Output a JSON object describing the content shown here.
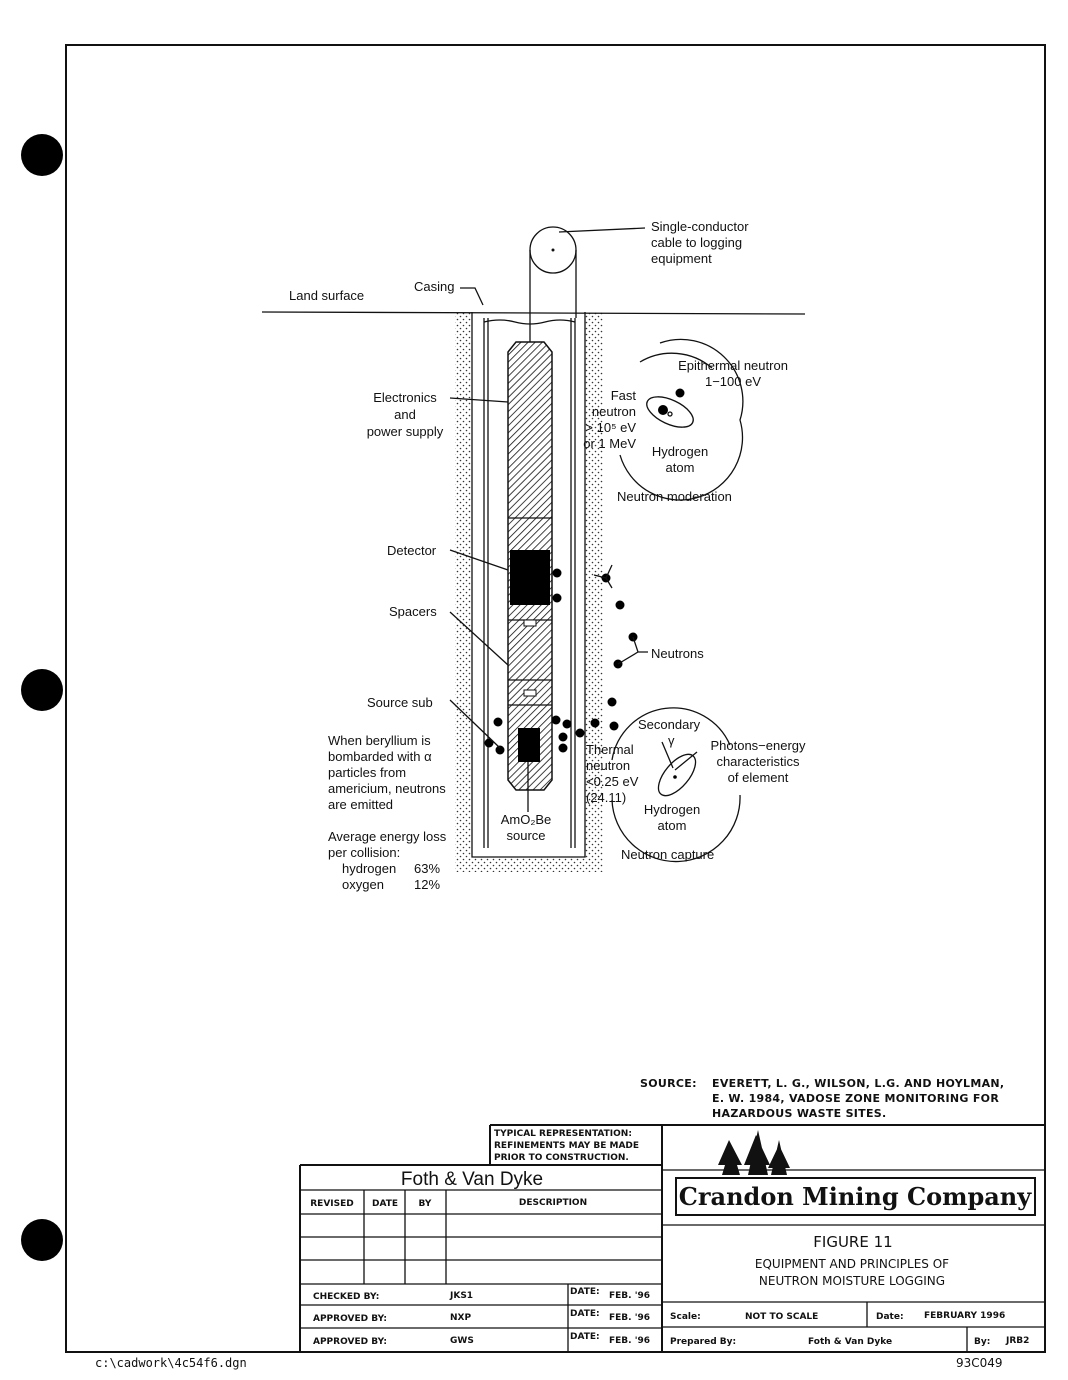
{
  "diagram": {
    "labels": {
      "cable": [
        "Single-conductor",
        "cable to logging",
        "equipment"
      ],
      "land_surface": "Land surface",
      "casing": "Casing",
      "electronics": [
        "Electronics",
        "and",
        "power supply"
      ],
      "detector": "Detector",
      "spacers": "Spacers",
      "source_sub": "Source sub",
      "beryllium_note": [
        "When beryllium is",
        "bombarded with α",
        "particles from",
        "americium, neutrons",
        "are emitted"
      ],
      "energy_loss": [
        "Average energy loss",
        "per collision:"
      ],
      "hydrogen_loss": {
        "name": "hydrogen",
        "value": "63%"
      },
      "oxygen_loss": {
        "name": "oxygen",
        "value": "12%"
      },
      "source": [
        "AmO₂Be",
        "source"
      ],
      "neutrons": "Neutrons"
    },
    "moderation": {
      "epithermal": [
        "Epithermal neutron",
        "1−100 eV"
      ],
      "fast": [
        "Fast",
        "neutron",
        "> 10⁵ eV",
        "or 1 MeV"
      ],
      "hydrogen": [
        "Hydrogen",
        "atom"
      ],
      "title": "Neutron moderation"
    },
    "capture": {
      "secondary": "Secondary",
      "gamma": "γ",
      "photons": [
        "Photons−energy",
        "characteristics",
        "of element"
      ],
      "thermal": [
        "Thermal",
        "neutron",
        "<0.25 eV",
        "(24.11)"
      ],
      "hydrogen": [
        "Hydrogen",
        "atom"
      ],
      "title": "Neutron capture"
    }
  },
  "source_citation": [
    "SOURCE:",
    "EVERETT, L. G., WILSON, L.G. AND HOYLMAN,",
    "E. W. 1984, VADOSE ZONE MONITORING FOR",
    "HAZARDOUS WASTE SITES."
  ],
  "title_block": {
    "disclaimer": [
      "TYPICAL REPRESENTATION:",
      "REFINEMENTS MAY BE MADE",
      "PRIOR TO CONSTRUCTION."
    ],
    "firm": "Foth & Van Dyke",
    "revision_headers": [
      "REVISED",
      "DATE",
      "BY",
      "DESCRIPTION"
    ],
    "signoffs": [
      {
        "role": "CHECKED BY:",
        "initials": "JKS1",
        "date_label": "DATE:",
        "date": "FEB. '96"
      },
      {
        "role": "APPROVED BY:",
        "initials": "NXP",
        "date_label": "DATE:",
        "date": "FEB. '96"
      },
      {
        "role": "APPROVED BY:",
        "initials": "GWS",
        "date_label": "DATE:",
        "date": "FEB. '96"
      }
    ],
    "company": "Crandon Mining Company",
    "figure": "FIGURE 11",
    "figure_title": [
      "EQUIPMENT AND PRINCIPLES OF",
      "NEUTRON MOISTURE LOGGING"
    ],
    "scale_label": "Scale:",
    "scale": "NOT TO SCALE",
    "date_label": "Date:",
    "date": "FEBRUARY 1996",
    "prepared_label": "Prepared By:",
    "prepared": "Foth & Van Dyke",
    "by_label": "By:",
    "by": "JRB2"
  },
  "footer": {
    "file": "c:\\cadwork\\4c54f6.dgn",
    "drawing_number": "93C049"
  }
}
